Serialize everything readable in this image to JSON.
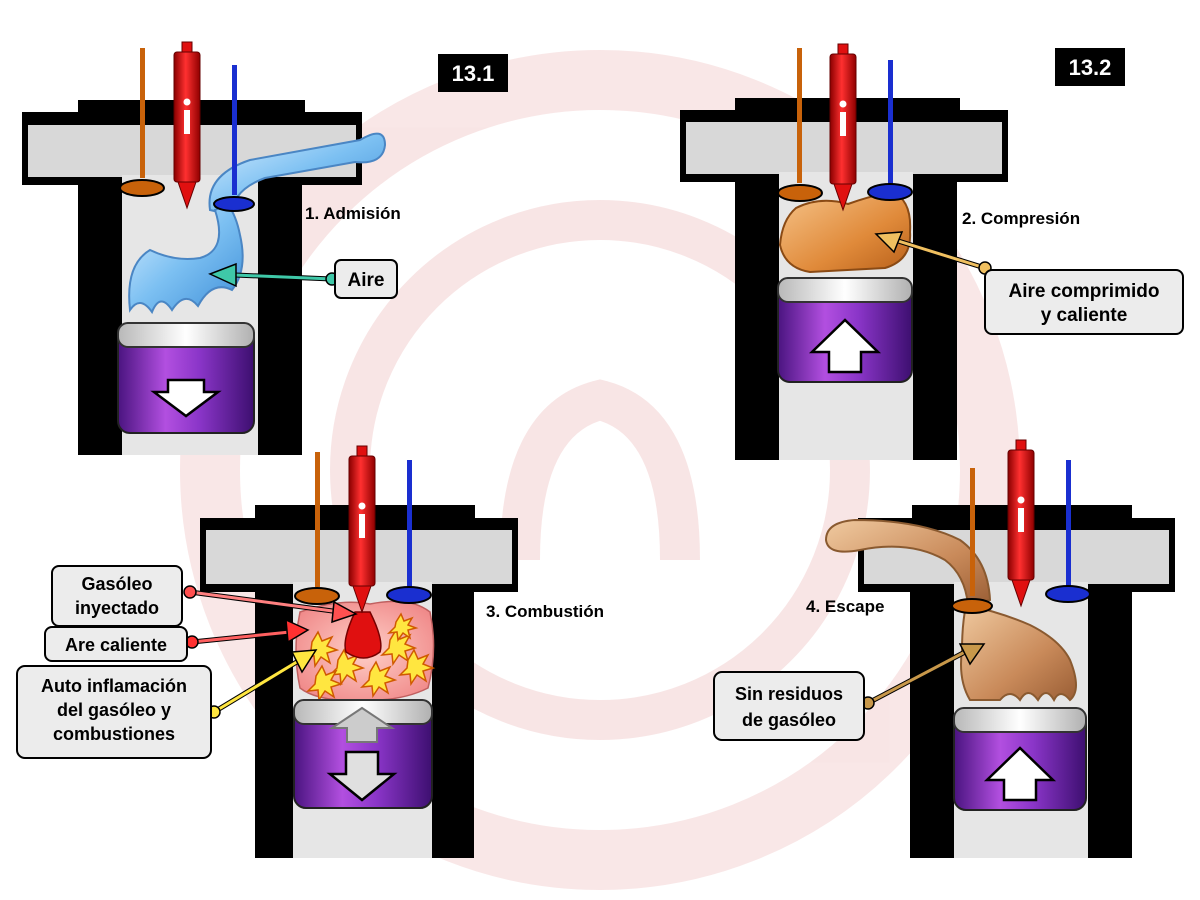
{
  "badges": {
    "first": "13.1",
    "second": "13.2"
  },
  "strokes": {
    "intake": "1. Admisión",
    "compression": "2. Compresión",
    "combustion": "3. Combustión",
    "exhaust": "4. Escape"
  },
  "callouts": {
    "air": "Aire",
    "compressed_air": [
      "Aire comprimido",
      "y caliente"
    ],
    "injected_diesel": [
      "Gasóleo",
      "inyectado"
    ],
    "hot_air": "Are caliente",
    "self_ignition": [
      "Auto inflamación",
      "del gasóleo y",
      "combustiones"
    ],
    "no_residue": [
      "Sin residuos",
      "de gasóleo"
    ]
  },
  "colors": {
    "wall": "#000000",
    "head": "#d8d8d8",
    "chamber": "#e6e6e6",
    "piston": "#7a2fb0",
    "intake_valve": "#c8620a",
    "exhaust_valve": "#1a2fd0",
    "injector": "#e01010",
    "air": "#6fb6ee",
    "hot_air": "#e08a3a",
    "exhaust_gas": "#c98a5a",
    "badge": "#000000"
  }
}
